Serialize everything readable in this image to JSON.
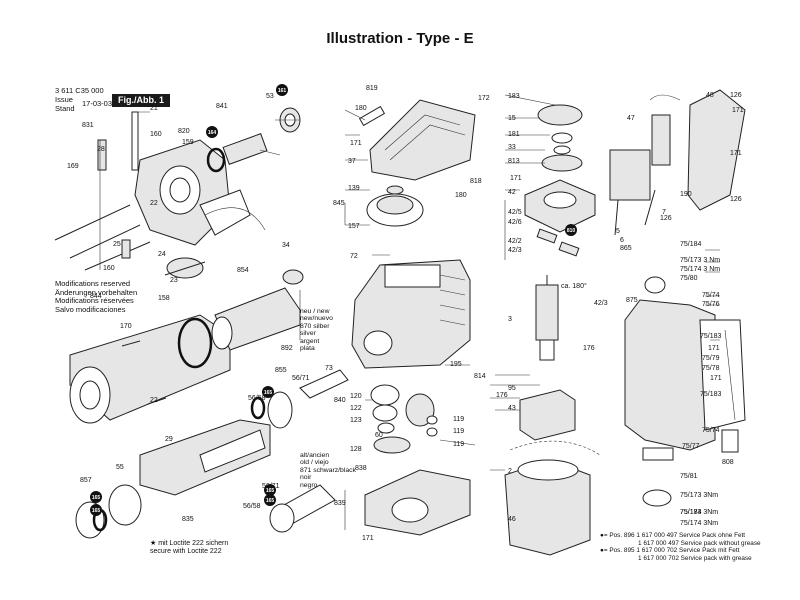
{
  "title": "Illustration - Type - E",
  "meta": {
    "part_no": "3 611 C35 000",
    "issue_label": "Issue\nStand",
    "issue_date": "17-03-03",
    "fig_label": "Fig./Abb. 1"
  },
  "modifications": [
    "Modifications reserved",
    "Änderungen vorbehalten",
    "Modifications réservées",
    "Salvo modificaciones"
  ],
  "notes_left": [
    "★ mit Loctite 222 sichern",
    "secure with Loctite 222"
  ],
  "notes_right": [
    "●= Pos. 896  1 617 000 497 Service Pack ohne Fett",
    "1 617 000 497 Service pack without grease",
    "●= Pos. 895  1 617 000 702 Service Pack mit Fett",
    "1 617 000 702 Service pack with grease"
  ],
  "callouts": {
    "neu": "neu / new\nnew/nuevo\n870 silber\nsilver\nargent\nplata",
    "alt": "alt/ancien\nold / viejo\n871 schwarz/black\nnoir\nnegro"
  },
  "labels": [
    {
      "t": "831"
    },
    {
      "t": "21"
    },
    {
      "t": "160"
    },
    {
      "t": "820"
    },
    {
      "t": "159"
    },
    {
      "t": "841"
    },
    {
      "t": "53"
    },
    {
      "t": "161"
    },
    {
      "t": "28"
    },
    {
      "t": "169"
    },
    {
      "t": "22"
    },
    {
      "t": "25"
    },
    {
      "t": "160"
    },
    {
      "t": "23"
    },
    {
      "t": "24"
    },
    {
      "t": "34"
    },
    {
      "t": "854"
    },
    {
      "t": "844"
    },
    {
      "t": "158"
    },
    {
      "t": "170"
    },
    {
      "t": "22"
    },
    {
      "t": "892"
    },
    {
      "t": "73"
    },
    {
      "t": "855"
    },
    {
      "t": "56/71"
    },
    {
      "t": "56/58"
    },
    {
      "t": "29"
    },
    {
      "t": "55"
    },
    {
      "t": "857"
    },
    {
      "t": "835"
    },
    {
      "t": "56/71"
    },
    {
      "t": "56/58"
    },
    {
      "t": "819"
    },
    {
      "t": "180"
    },
    {
      "t": "172"
    },
    {
      "t": "171"
    },
    {
      "t": "37"
    },
    {
      "t": "818"
    },
    {
      "t": "180"
    },
    {
      "t": "139"
    },
    {
      "t": "845"
    },
    {
      "t": "157"
    },
    {
      "t": "72"
    },
    {
      "t": "195"
    },
    {
      "t": "120"
    },
    {
      "t": "122"
    },
    {
      "t": "123"
    },
    {
      "t": "840"
    },
    {
      "t": "128"
    },
    {
      "t": "60"
    },
    {
      "t": "119"
    },
    {
      "t": "119"
    },
    {
      "t": "119"
    },
    {
      "t": "838"
    },
    {
      "t": "839"
    },
    {
      "t": "171"
    },
    {
      "t": "183"
    },
    {
      "t": "15"
    },
    {
      "t": "181"
    },
    {
      "t": "33"
    },
    {
      "t": "813"
    },
    {
      "t": "171"
    },
    {
      "t": "42"
    },
    {
      "t": "42/5"
    },
    {
      "t": "42/6"
    },
    {
      "t": "42/2"
    },
    {
      "t": "42/3"
    },
    {
      "t": "810"
    },
    {
      "t": "ca. 180°"
    },
    {
      "t": "42/3"
    },
    {
      "t": "3"
    },
    {
      "t": "176"
    },
    {
      "t": "814"
    },
    {
      "t": "95"
    },
    {
      "t": "176"
    },
    {
      "t": "43"
    },
    {
      "t": "2"
    },
    {
      "t": "46"
    },
    {
      "t": "48"
    },
    {
      "t": "126"
    },
    {
      "t": "171"
    },
    {
      "t": "47"
    },
    {
      "t": "171"
    },
    {
      "t": "190"
    },
    {
      "t": "126"
    },
    {
      "t": "7"
    },
    {
      "t": "126"
    },
    {
      "t": "5"
    },
    {
      "t": "6"
    },
    {
      "t": "865"
    },
    {
      "t": "75/184"
    },
    {
      "t": "75/173  3 Nm"
    },
    {
      "t": "75/174  3 Nm"
    },
    {
      "t": "75/80"
    },
    {
      "t": "875"
    },
    {
      "t": "75/74"
    },
    {
      "t": "75/76"
    },
    {
      "t": "75/183"
    },
    {
      "t": "171"
    },
    {
      "t": "75/79"
    },
    {
      "t": "75/78"
    },
    {
      "t": "171"
    },
    {
      "t": "75/183"
    },
    {
      "t": "75/74"
    },
    {
      "t": "75/77"
    },
    {
      "t": "808"
    },
    {
      "t": "75/81"
    },
    {
      "t": "75/173  3Nm"
    },
    {
      "t": "75/184"
    },
    {
      "t": "75/173  3Nm"
    },
    {
      "t": "75/174  3Nm"
    }
  ],
  "badges": [
    {
      "t": "161"
    },
    {
      "t": "164"
    },
    {
      "t": "165"
    },
    {
      "t": "165"
    },
    {
      "t": "810"
    },
    {
      "t": "165"
    },
    {
      "t": "165"
    },
    {
      "t": "165"
    }
  ],
  "colors": {
    "ink": "#222222",
    "fill": "#e6e6e6",
    "paper": "#ffffff"
  }
}
